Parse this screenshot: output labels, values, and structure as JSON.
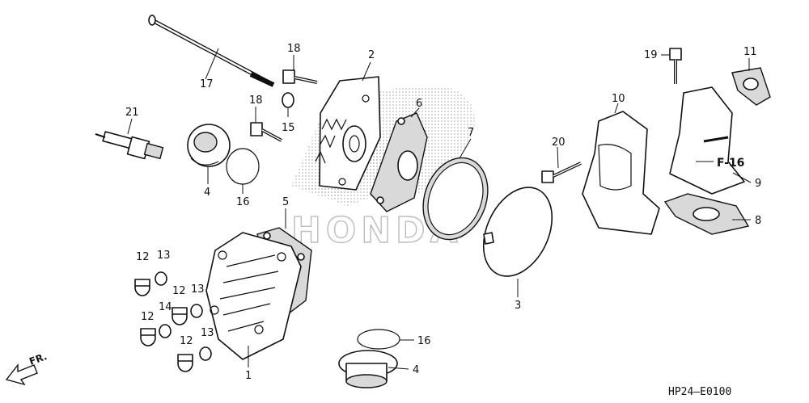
{
  "diagram_code": "HP24–E0100",
  "direction_label": "FR.",
  "reference": "F-16",
  "labels": {
    "p1": "1",
    "p2": "2",
    "p3": "3",
    "p4a": "4",
    "p4b": "4",
    "p5": "5",
    "p6": "6",
    "p7": "7",
    "p8": "8",
    "p9": "9",
    "p10": "10",
    "p11": "11",
    "p12a": "12",
    "p12b": "12",
    "p12c": "12",
    "p12d": "12",
    "p13a": "13",
    "p13b": "13",
    "p13c": "13",
    "p14": "14",
    "p15": "15",
    "p16a": "16",
    "p16b": "16",
    "p17": "17",
    "p18a": "18",
    "p18b": "18",
    "p19": "19",
    "p20": "20",
    "p21": "21"
  },
  "watermark": {
    "brand": "HONDA",
    "color": "#cfcfcf"
  }
}
